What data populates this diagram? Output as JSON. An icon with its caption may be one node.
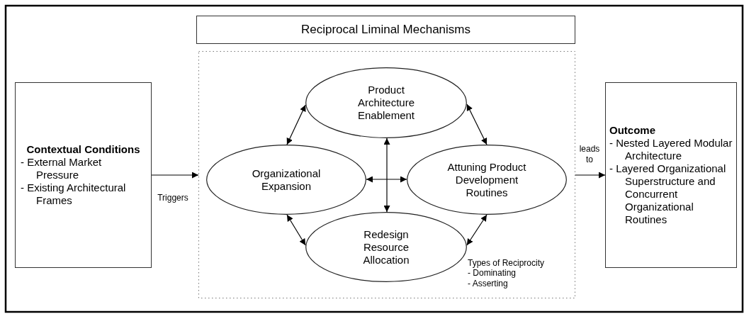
{
  "diagram": {
    "nodes": [
      {
        "text": [
          "Reciprocal Liminal Mechanisms"
        ]
      },
      {
        "text": [
          "Contextual Conditions",
          "- External Market Pressure",
          "- Existing Architectural Frames"
        ]
      },
      {
        "text": [
          "Types of Reciprocity",
          "- Dominating",
          "- Asserting"
        ]
      },
      {
        "text": [
          "Product Architecture Enablement"
        ],
        "in": 2
      },
      {
        "text": [
          "Organizational Expansion"
        ],
        "in": 2
      },
      {
        "text": [
          "Attuning Product Development Routines"
        ],
        "in": 2
      },
      {
        "text": [
          "Redesign Resource Allocation"
        ],
        "in": 2
      },
      {
        "text": [
          "Outcome",
          "- Nested Layered Modular Architecture",
          "- Layered Organizational Superstructure and Concurrent Organizational Routines"
        ]
      }
    ],
    "edges": [
      {
        "from": 1,
        "to": 2,
        "arrow": "to",
        "label": "Triggers"
      },
      {
        "from": 2,
        "to": 7,
        "arrow": "to",
        "label": "leads to"
      },
      {
        "from": 4,
        "to": 3,
        "arrow": "both"
      },
      {
        "from": 3,
        "to": 5,
        "arrow": "both"
      },
      {
        "from": 4,
        "to": 6,
        "arrow": "both"
      },
      {
        "from": 5,
        "to": 6,
        "arrow": "both"
      },
      {
        "from": 3,
        "to": 6,
        "arrow": "both"
      },
      {
        "from": 4,
        "to": 5,
        "arrow": "both"
      }
    ]
  }
}
